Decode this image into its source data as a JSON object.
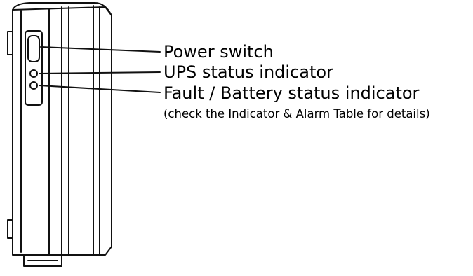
{
  "labels": {
    "power_switch": "Power switch",
    "ups_status": "UPS status indicator",
    "fault_battery_status": "Fault / Battery status indicator",
    "table_note": "(check the Indicator & Alarm Table for details)"
  },
  "colors": {
    "line": "#111111",
    "background": "#ffffff"
  }
}
